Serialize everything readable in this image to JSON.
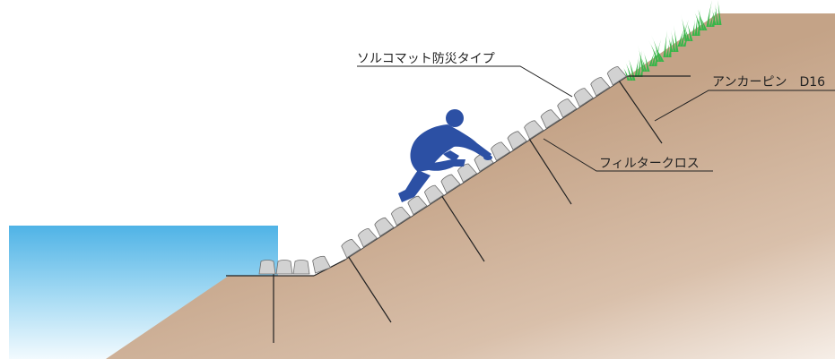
{
  "labels": {
    "mat": "ソルコマット防災タイプ",
    "anchor": "アンカーピン　D16",
    "filter": "フィルタークロス"
  },
  "colors": {
    "water_top": "#4fb3e6",
    "water_bottom": "#e8f6fd",
    "soil_dark": "#c4a387",
    "soil_light": "#f1e6dc",
    "mat_fill": "#d2d2d2",
    "mat_stroke": "#6e6e6e",
    "grass": "#39b54a",
    "figure": "#2c50a4",
    "line": "#222222"
  },
  "icons": {
    "figure": "climbing-person-icon",
    "grass": "grass-icon"
  }
}
